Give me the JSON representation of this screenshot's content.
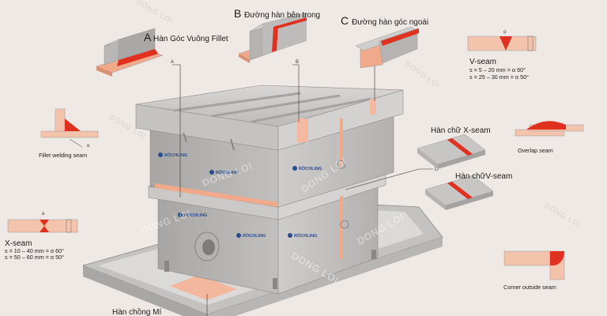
{
  "labels": {
    "A": {
      "letter": "A",
      "text": "Hàn Góc Vuông Fillet"
    },
    "B": {
      "letter": "B",
      "text": "Đường hàn bên trong"
    },
    "C": {
      "letter": "C",
      "text": "Đường hàn góc ngoài"
    },
    "fillet_seam": "Fillet welding seam",
    "x_seam": {
      "title": "X-seam",
      "line1": "s = 10 – 40 mm = α 60°",
      "line2": "s = 50 – 60 mm = α 50°"
    },
    "v_seam": {
      "title": "V-seam",
      "line1": "s =    5 – 20 mm = α 60°",
      "line2": "s = 25 – 30 mm = α 50°"
    },
    "overlap": "Overlap seam",
    "x_seam_vn": "Hàn chữ X-seam",
    "v_seam_vn": "Hàn chữV-seam",
    "corner_outside": "Corner outside seam",
    "overlap_vn": "Hàn chồng Mí",
    "markers": [
      "A",
      "B",
      "C",
      "D"
    ],
    "dim_s": "s",
    "dim_a": "α"
  },
  "brand": "RÖCHLING",
  "watermark": "DONG LOI",
  "colors": {
    "background": "#efe9e6",
    "plastic": "#c9c6c6",
    "plastic_dark": "#9e9b9b",
    "weld": "#e0301f",
    "seam_pink": "#f4c3ac"
  }
}
